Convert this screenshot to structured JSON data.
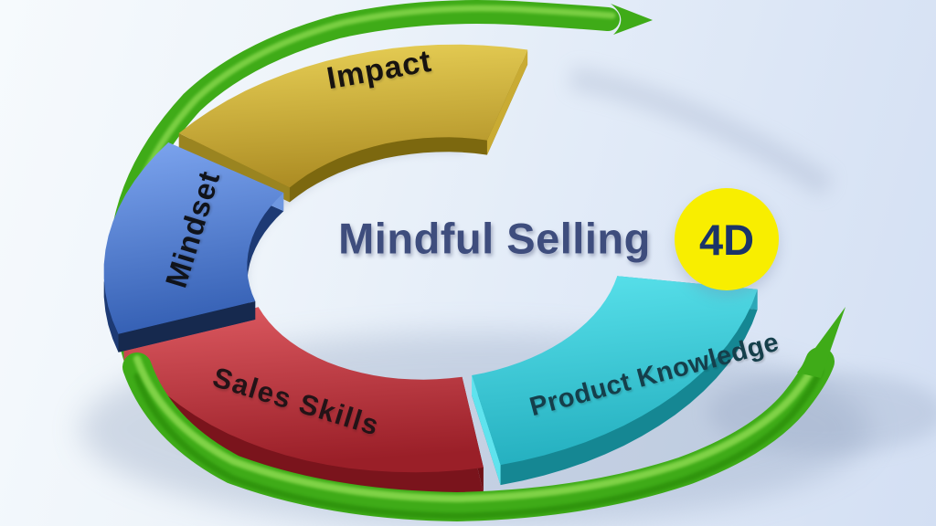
{
  "title": {
    "text": "Mindful Selling",
    "color": "#3e4d7d"
  },
  "badge": {
    "text": "4D",
    "bg_color": "#f8ee00",
    "text_color": "#1b3468"
  },
  "segments": [
    {
      "id": "impact",
      "label": "Impact",
      "label_color": "#171310",
      "face_top": "#e9d157",
      "face_bottom": "#ad8d24",
      "side": "#7c680f",
      "cap_start": "#9a8420",
      "cap_end": "#c9ab33"
    },
    {
      "id": "mindset",
      "label": "Mindset",
      "label_color": "#10131a",
      "face_top": "#7ea6f0",
      "face_bottom": "#3560b4",
      "side": "#1d3a74",
      "cap_start": "#16294e",
      "cap_end": "#6e97e0"
    },
    {
      "id": "sales",
      "label": "Sales Skills",
      "label_color": "#231317",
      "face_top": "#dd5a61",
      "face_bottom": "#9a1f28",
      "side": "#7a141c",
      "cap_start": "#6e1016",
      "cap_end": "#c84850"
    },
    {
      "id": "product",
      "label": "Product Knowledge",
      "label_color": "#153f4b",
      "face_top": "#5ae2ec",
      "face_bottom": "#25b0c0",
      "side": "#158793",
      "cap_start": "#2da8b8",
      "cap_end": "#5fe3ee"
    }
  ],
  "arrow": {
    "name": "circular-arrow",
    "color": "#3fab18",
    "color_dark": "#1e7a06",
    "color_light": "#aaed66"
  }
}
